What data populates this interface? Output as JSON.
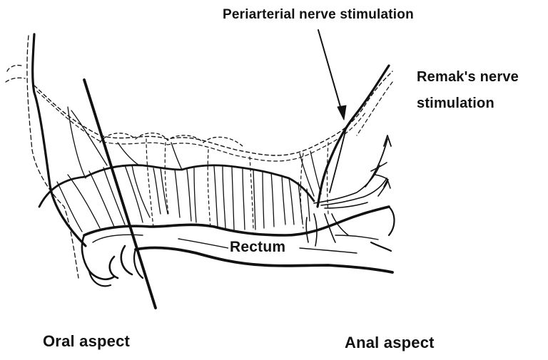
{
  "labels": {
    "periarterial": "Periarterial nerve stimulation",
    "remak_line1": "Remak's nerve",
    "remak_line2": "stimulation",
    "rectum": "Rectum",
    "oral": "Oral aspect",
    "anal": "Anal aspect"
  },
  "colors": {
    "ink": "#111111",
    "background": "#ffffff"
  }
}
